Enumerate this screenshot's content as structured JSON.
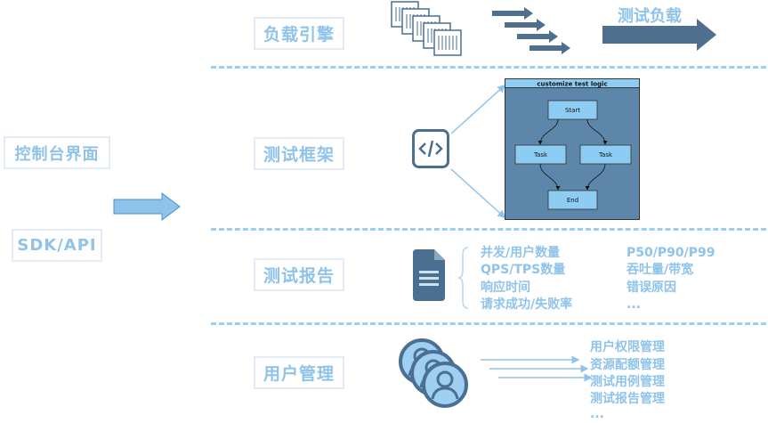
{
  "left": {
    "console_label": "控制台界面",
    "sdk_label": "SDK/API"
  },
  "sections": {
    "load_engine": {
      "label": "负载引擎",
      "output_label": "测试负载"
    },
    "framework": {
      "label": "测试框架",
      "flow_title": "customize test logic",
      "flow_start": "Start",
      "flow_task_left": "Task",
      "flow_task_right": "Task",
      "flow_end": "End"
    },
    "report": {
      "label": "测试报告",
      "col1": [
        "并发/用户数量",
        "QPS/TPS数量",
        "响应时间",
        "请求成功/失败率"
      ],
      "col2": [
        "P50/P90/P99",
        "吞吐量/带宽",
        "错误原因",
        "..."
      ]
    },
    "user_mgmt": {
      "label": "用户管理",
      "items": [
        "用户权限管理",
        "资源配额管理",
        "测试用例管理",
        "测试报告管理",
        "..."
      ]
    }
  },
  "colors": {
    "accent": "#8fc3ea",
    "dark": "#4a6f90",
    "arrow": "#4f6f8e",
    "flow_bg": "#5d87aa",
    "node": "#8dcdf3"
  },
  "icons": [
    "document-stack-icon",
    "code-icon",
    "report-document-icon",
    "users-group-icon"
  ]
}
